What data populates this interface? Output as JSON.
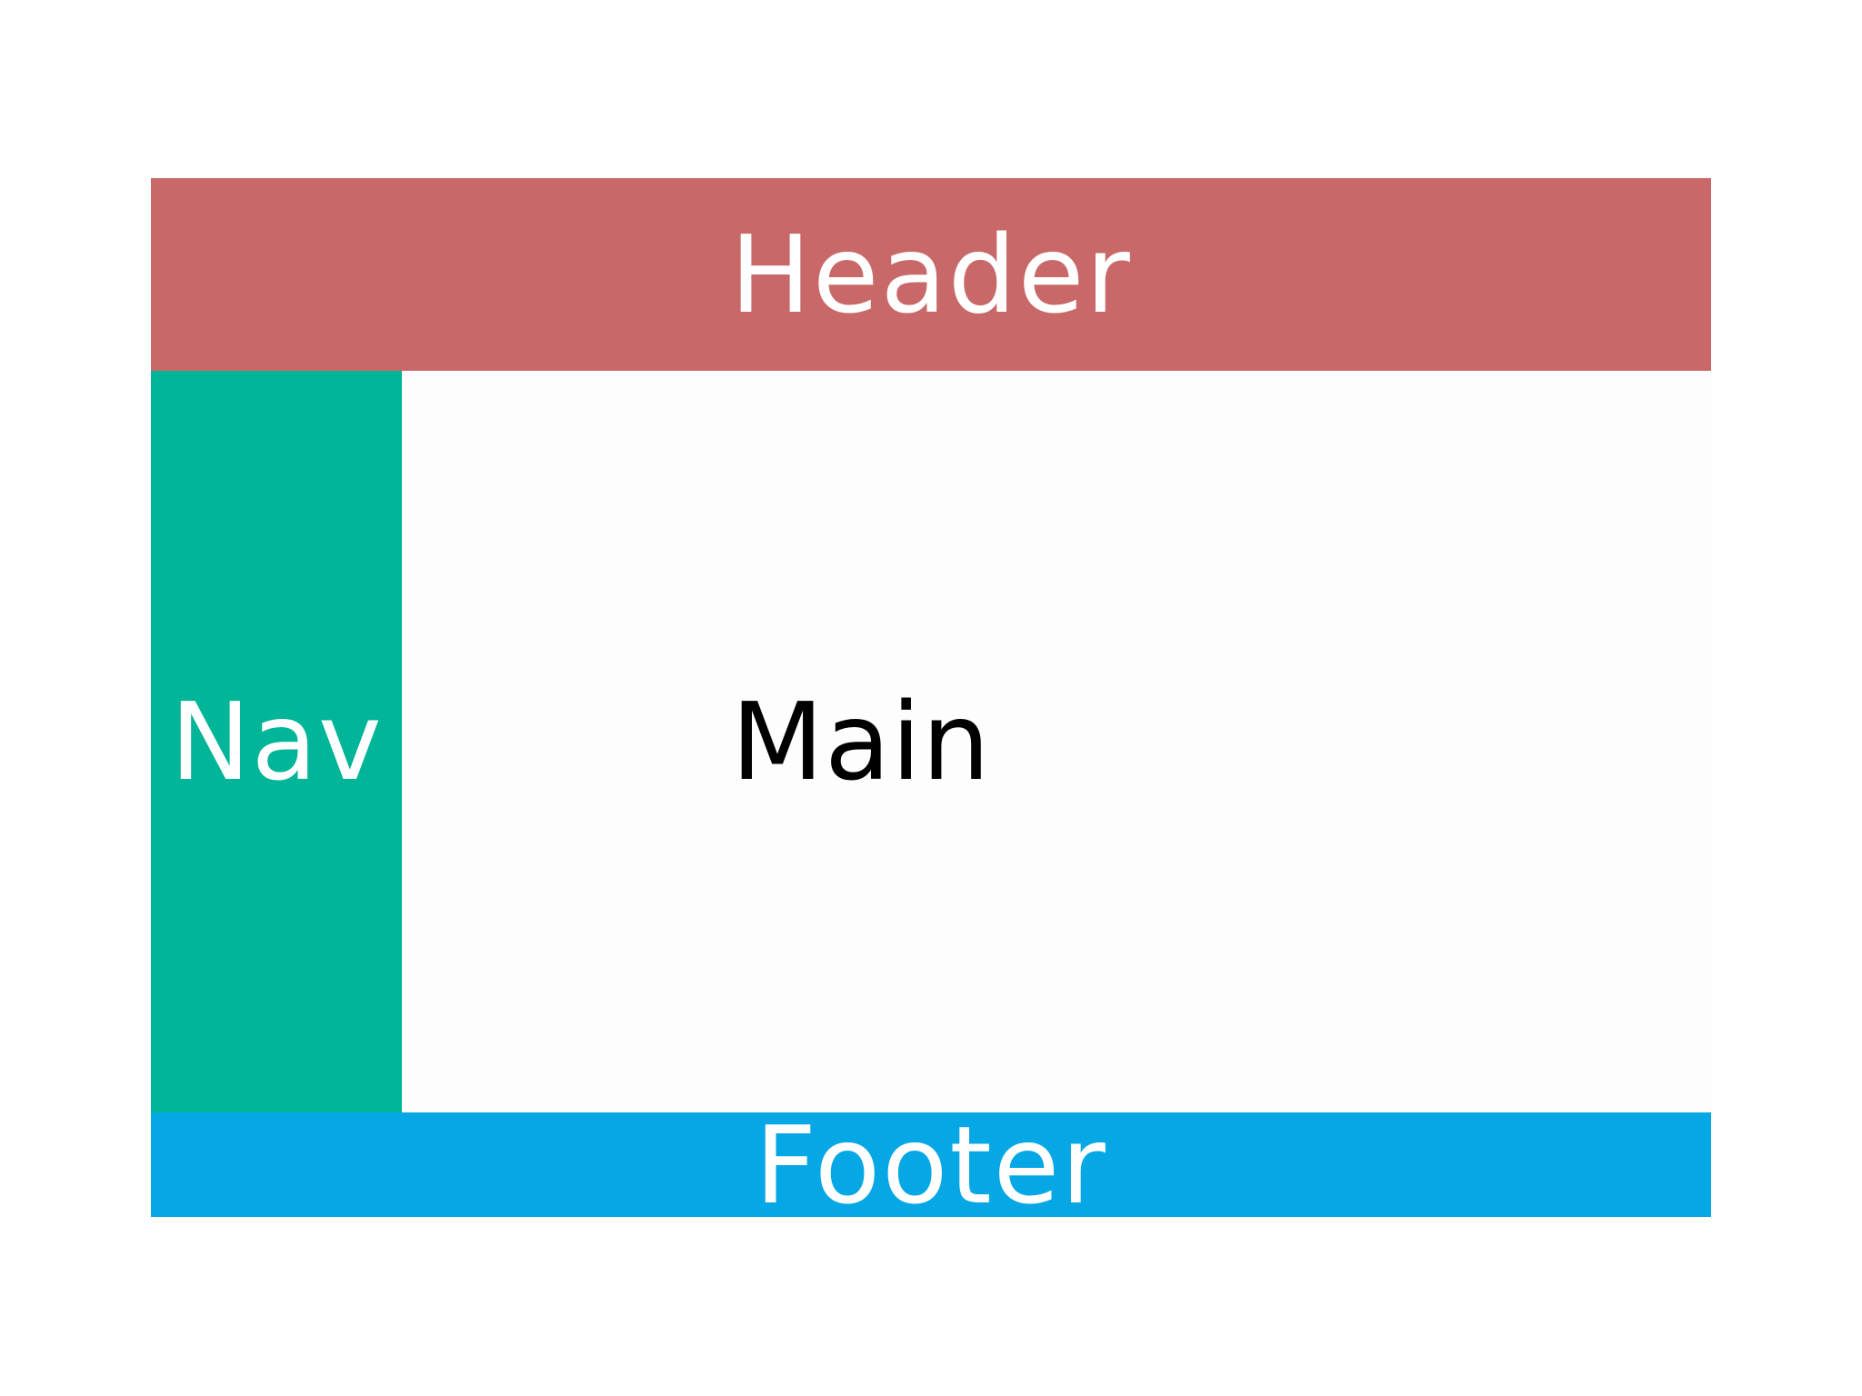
{
  "header": {
    "label": "Header",
    "color": "#c96868"
  },
  "nav": {
    "label": "Nav",
    "color": "#00b598"
  },
  "main": {
    "label": "Main",
    "color": "#fdfdfd"
  },
  "footer": {
    "label": "Footer",
    "color": "#05a8e4"
  }
}
